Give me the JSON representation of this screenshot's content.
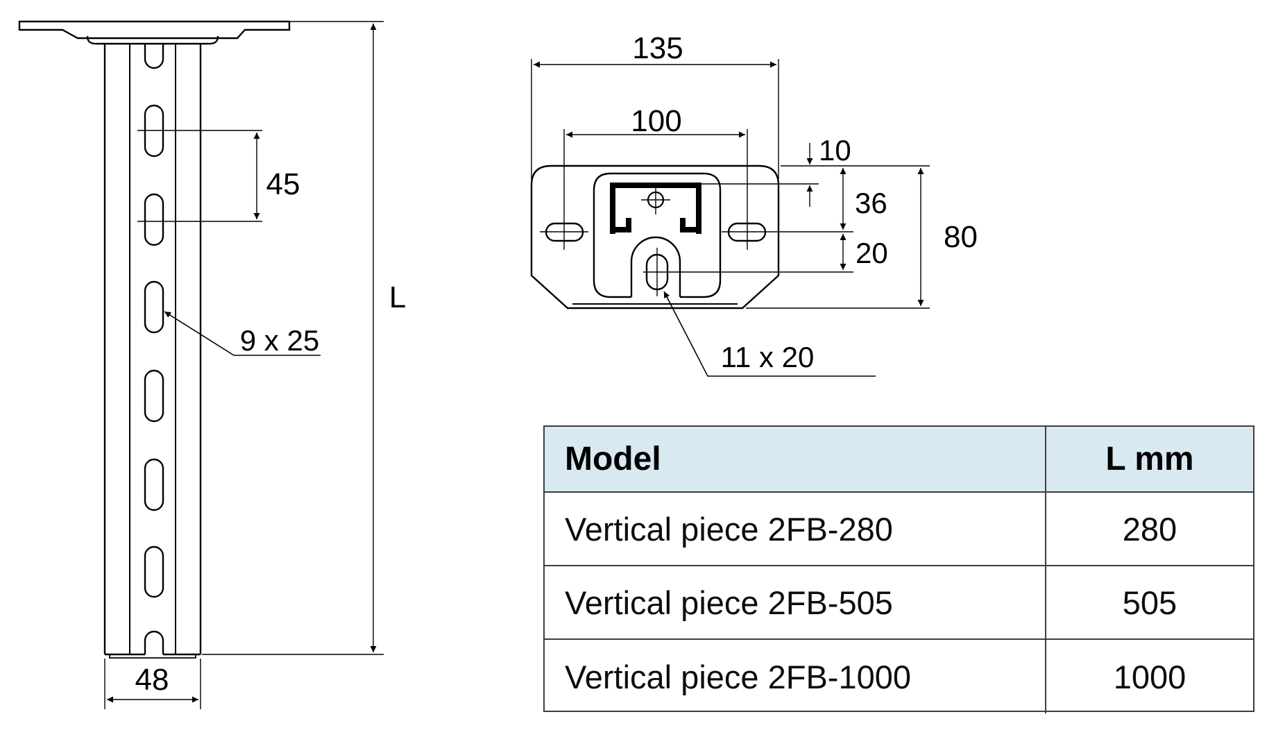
{
  "drawing": {
    "side_view": {
      "dim_slot_pitch": "45",
      "dim_length": "L",
      "slot_size_label": "9 x 25",
      "dim_width": "48"
    },
    "top_view": {
      "dim_overall_width": "135",
      "dim_hole_spacing": "100",
      "dim_top_offset": "10",
      "dim_center_from_top": "36",
      "dim_slot_offset": "20",
      "dim_overall_height": "80",
      "slot_size_label": "11 x 20"
    }
  },
  "table": {
    "headers": {
      "model": "Model",
      "length": "L mm"
    },
    "rows": [
      {
        "model": "Vertical piece 2FB-280",
        "length_mm": "280"
      },
      {
        "model": "Vertical piece 2FB-505",
        "length_mm": "505"
      },
      {
        "model": "Vertical piece 2FB-1000",
        "length_mm": "1000"
      }
    ]
  },
  "colors": {
    "line": "#000000",
    "thin_line": "#1a1a1a",
    "table_border": "#3d3d3d",
    "header_bg": "#d9e9f2"
  }
}
